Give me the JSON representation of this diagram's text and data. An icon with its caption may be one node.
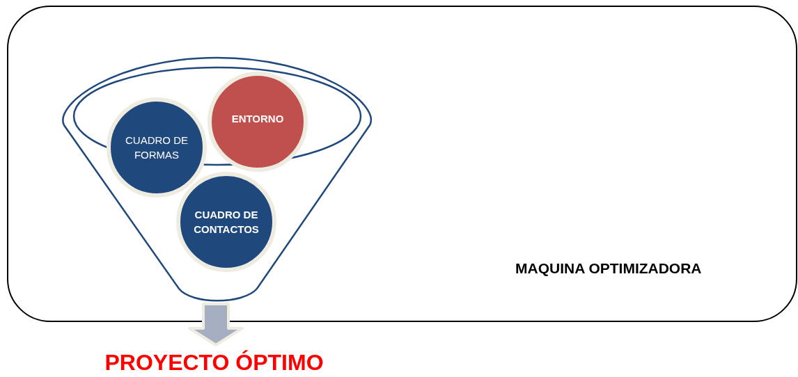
{
  "diagram": {
    "nodes": [
      {
        "text": [
          "MAQUINA OPTIMIZADORA"
        ]
      },
      {
        "text": [],
        "shape": "funnel",
        "in": 0
      },
      {
        "text": [
          "CUADRO DE FORMAS"
        ],
        "in": 1
      },
      {
        "text": [
          "ENTORNO"
        ],
        "in": 1
      },
      {
        "text": [
          "CUADRO DE CONTACTOS"
        ],
        "in": 1
      },
      {
        "text": [
          "PROYECTO ÓPTIMO"
        ]
      }
    ],
    "edges": [
      {
        "from": 1,
        "to": 5,
        "arrow": "to",
        "style": "thick"
      }
    ]
  }
}
